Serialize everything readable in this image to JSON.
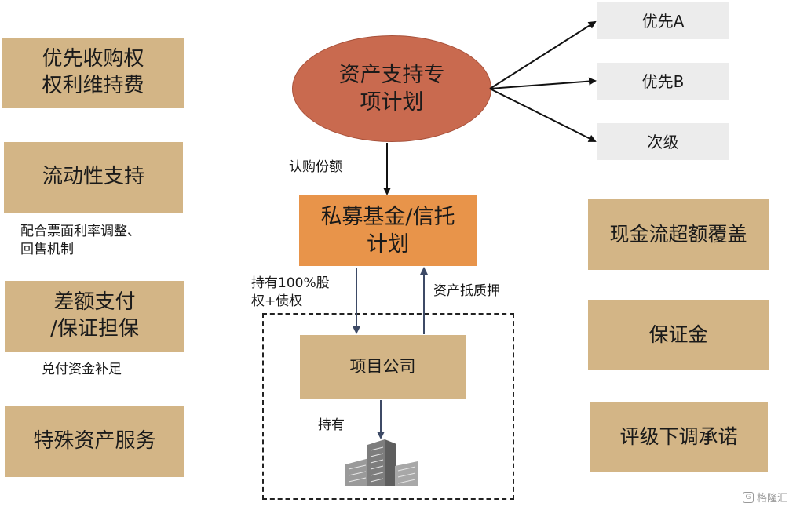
{
  "left_boxes": [
    {
      "id": "purchase",
      "text": "优先收购权\n权利维持费"
    },
    {
      "id": "liquidity",
      "text": "流动性支持"
    },
    {
      "id": "guarantee",
      "text": "差额支付\n/保证担保"
    },
    {
      "id": "servicing",
      "text": "特殊资产服务"
    }
  ],
  "left_notes": {
    "liquidity_note": "配合票面利率调整、\n回售机制",
    "guarantee_note": "兑付资金补足"
  },
  "center": {
    "abs_plan": "资产支持专\n项计划",
    "fund_trust": "私募基金/信托\n计划",
    "project_company": "项目公司"
  },
  "tranches": [
    "优先A",
    "优先B",
    "次级"
  ],
  "flow_labels": {
    "subscribe": "认购份额",
    "hold_equity_debt": "持有100%股\n权+债权",
    "asset_pledge": "资产抵质押",
    "hold": "持有"
  },
  "right_boxes": [
    {
      "id": "overcollateral",
      "text": "现金流超额覆盖"
    },
    {
      "id": "deposit",
      "text": "保证金"
    },
    {
      "id": "downgrade",
      "text": "评级下调承诺"
    }
  ],
  "colors": {
    "tan": "#d3b586",
    "orange": "#e8944a",
    "ellipse": "#c96a4f",
    "gray": "#ececec",
    "arrow": "#3d4a66"
  },
  "watermark": "格隆汇"
}
